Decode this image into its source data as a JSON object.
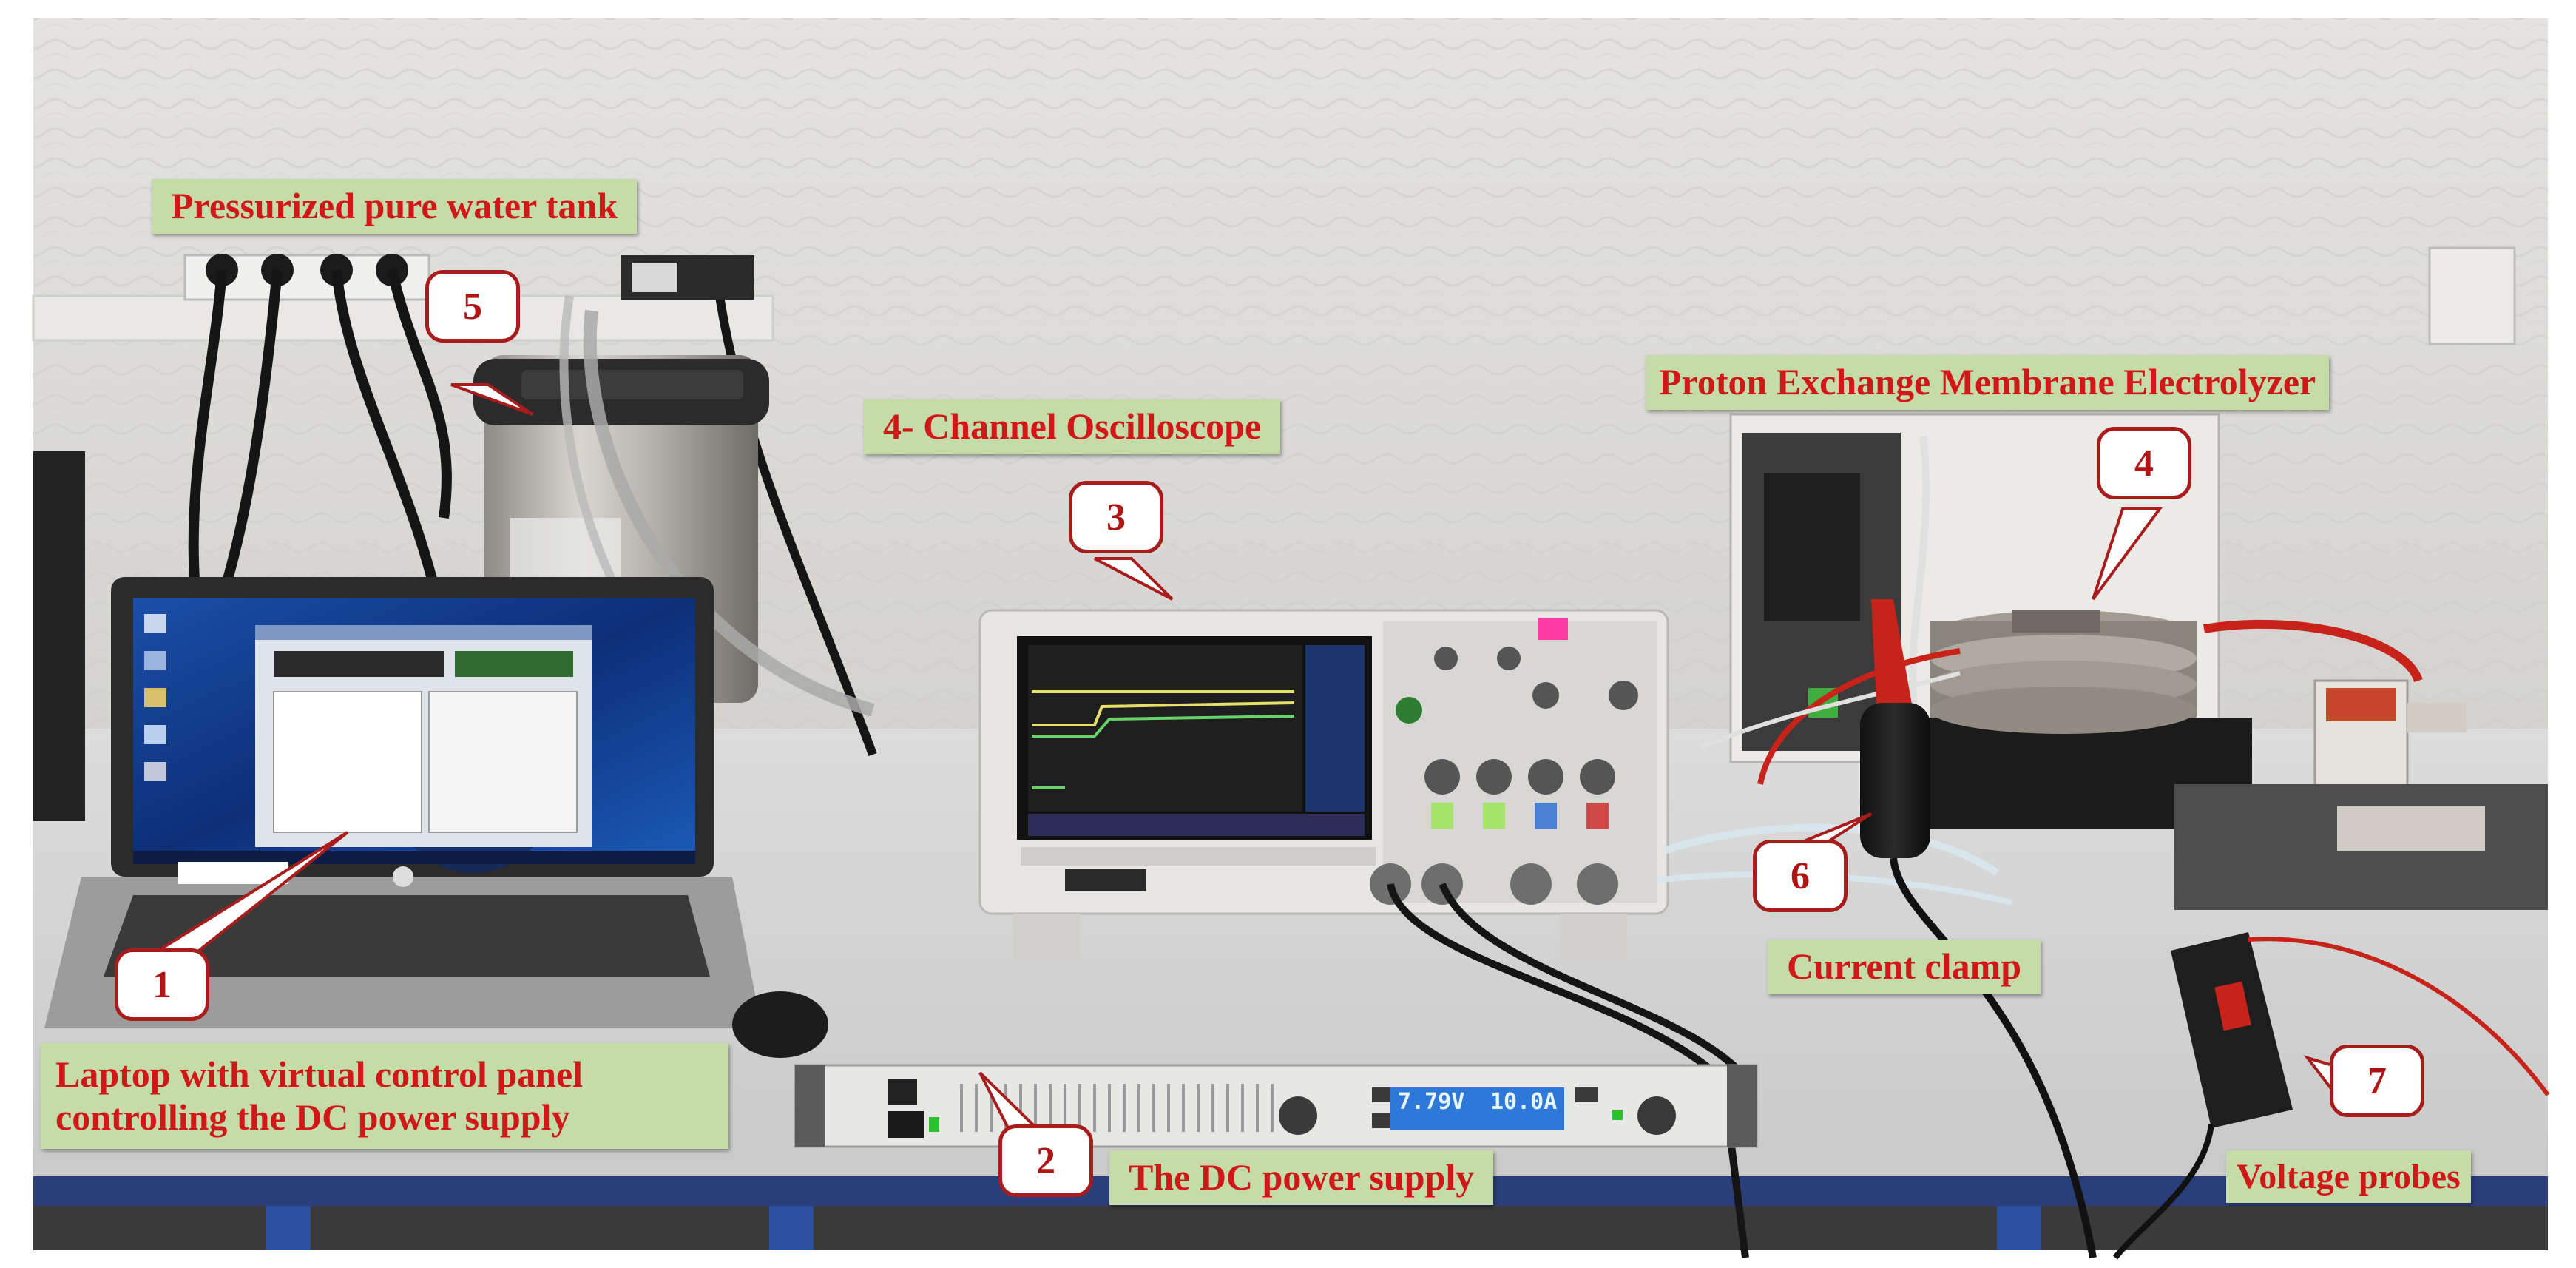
{
  "photo": {
    "labels": {
      "water_tank": "Pressurized pure water tank",
      "oscilloscope": "4- Channel Oscilloscope",
      "electrolyzer": "Proton Exchange Membrane Electrolyzer",
      "current_clamp": "Current clamp",
      "laptop_line1": "Laptop  with virtual control panel",
      "laptop_line2": "controlling the DC power supply",
      "power_supply": "The DC power supply",
      "voltage_probes": "Voltage probes"
    },
    "callouts": {
      "n1": "1",
      "n2": "2",
      "n3": "3",
      "n4": "4",
      "n5": "5",
      "n6": "6",
      "n7": "7"
    },
    "power_supply_display": {
      "voltage": "7.79V",
      "current": "10.0A"
    }
  },
  "colors": {
    "label_background": "#c5dca9",
    "label_text": "#d01818",
    "callout_border": "#a81c1c"
  }
}
